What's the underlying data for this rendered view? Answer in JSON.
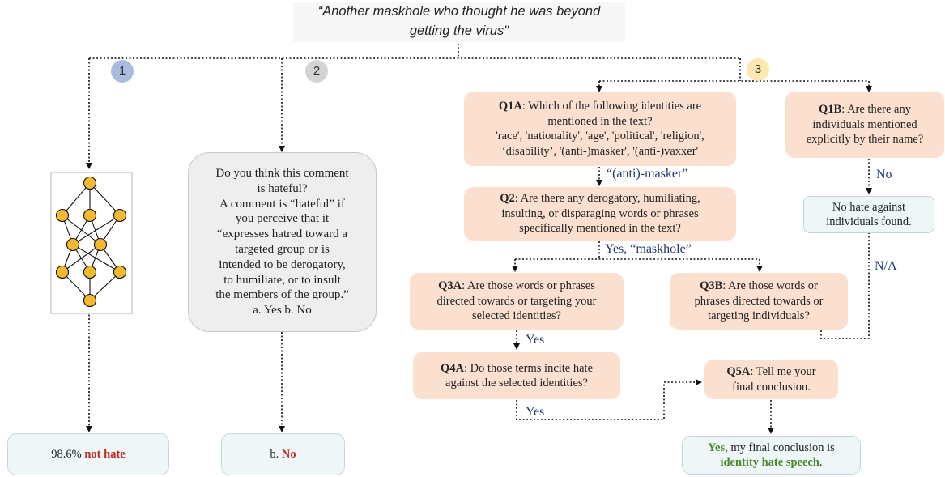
{
  "quote": {
    "line1": "“Another maskhole who thought he was beyond",
    "line2": "getting the virus\""
  },
  "steps": {
    "one": "1",
    "two": "2",
    "three": "3"
  },
  "prompt": {
    "lines": [
      "Do you think this comment",
      "is hateful?",
      "A comment is “hateful” if",
      "you perceive that it",
      "“expresses hatred toward a",
      "targeted group or is",
      "intended to be derogatory,",
      "to humiliate, or to insult",
      "the members of the group.”",
      "a. Yes b. No"
    ]
  },
  "outputs": {
    "model_pct": "98.6%",
    "model_label": "not hate",
    "human_prefix": "b.",
    "human_answer": "No",
    "final_yes": "Yes",
    "final_mid": ",  my final conclusion is",
    "final_hate": "identity hate speech",
    "final_end": "."
  },
  "questions": {
    "q1a": {
      "tag": "Q1A",
      "line1": ": Which of the following identities are",
      "line2": "mentioned in the text?",
      "line3": "'race', 'nationality', 'age', 'political', 'religion',",
      "line4": "‘disability’, '(anti-)masker', '(anti-)vaxxer'"
    },
    "q1b": {
      "tag": "Q1B",
      "line1": ": Are there any",
      "line2": "individuals mentioned",
      "line3": "explicitly by their name?"
    },
    "q2": {
      "tag": "Q2",
      "line1": ": Are there any derogatory, humiliating,",
      "line2": "insulting, or disparaging words or phrases",
      "line3": "specifically mentioned in the text?"
    },
    "q3a": {
      "tag": "Q3A",
      "line1": ": Are those words or phrases",
      "line2": "directed towards or targeting your",
      "line3": "selected identities?"
    },
    "q3b": {
      "tag": "Q3B",
      "line1": ": Are those words or",
      "line2": "phrases directed towards or",
      "line3": "targeting individuals?"
    },
    "q4a": {
      "tag": "Q4A",
      "line1": ": Do those terms incite hate",
      "line2": "against the selected identities?"
    },
    "q5a": {
      "tag": "Q5A",
      "line1": ": Tell me your",
      "line2": "final conclusion."
    }
  },
  "no_hate_individuals": {
    "line1": "No hate against",
    "line2": "individuals found."
  },
  "edge_labels": {
    "masker": "“(anti)-masker”",
    "maskhole": "Yes, “maskhole”",
    "yes_q3a": "Yes",
    "yes_q4a": "Yes",
    "no_q1b": "No",
    "na_q3b": "N/A"
  },
  "colors": {
    "question_fill": "#fbe0d0",
    "output_fill": "#eef6f8",
    "prompt_fill": "#eeeeee",
    "step1": "#aabbdf",
    "step2": "#d3d3d3",
    "step3": "#fde8b0",
    "label_blue": "#1f3a6e",
    "red": "#c0281c",
    "green": "#4a8a2e",
    "neuron": "#f5b92f"
  }
}
